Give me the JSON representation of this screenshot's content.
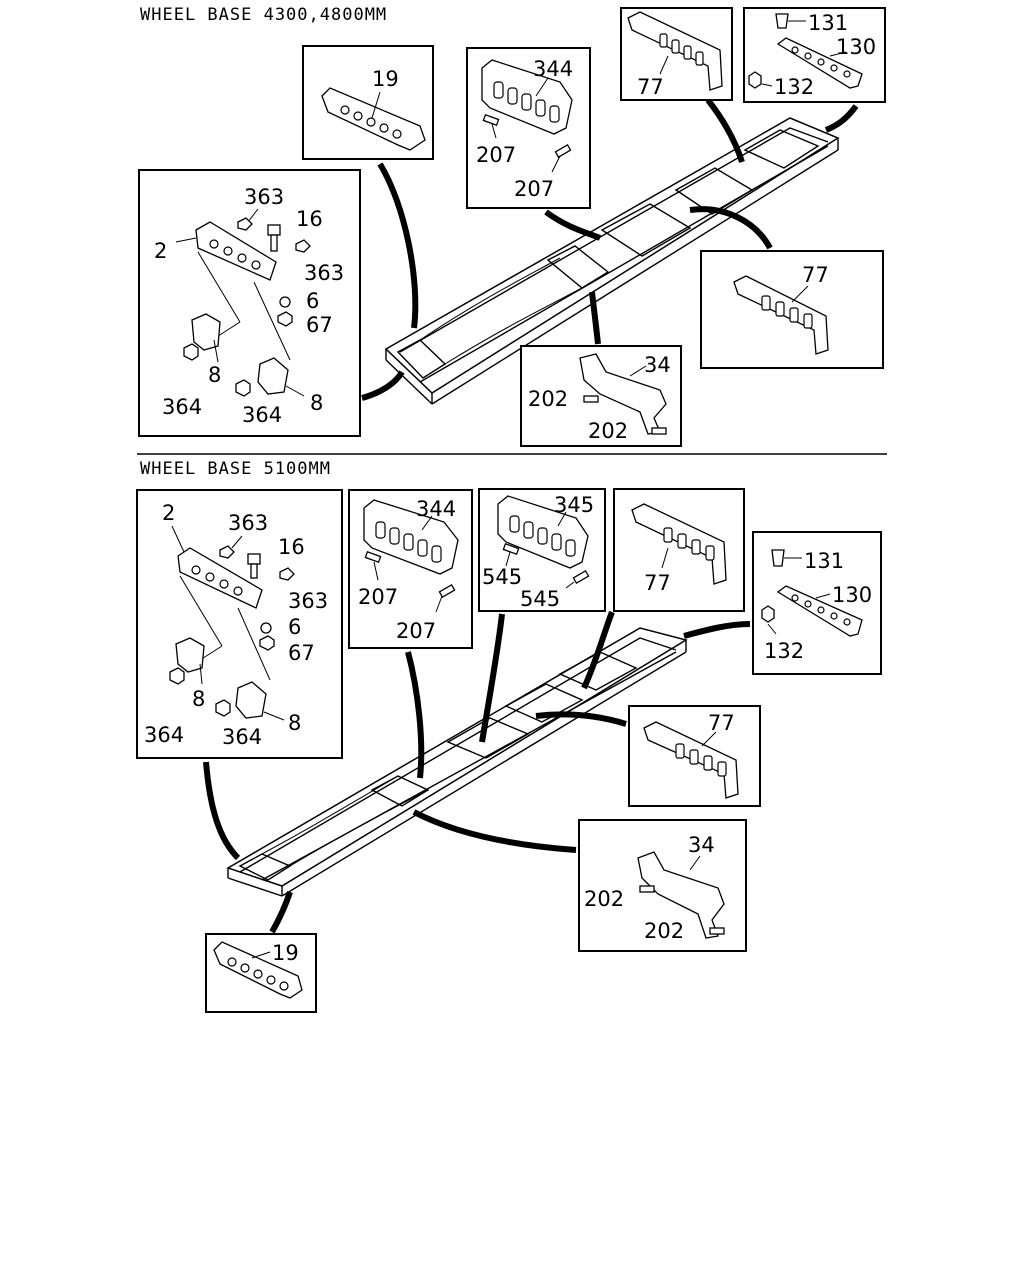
{
  "sections": [
    {
      "header": "WHEEL BASE 4300,4800MM",
      "boxes": {
        "b19": [
          "19"
        ],
        "b344": [
          "344",
          "207",
          "207"
        ],
        "b77a": [
          "77"
        ],
        "b130": [
          "131",
          "130",
          "132"
        ],
        "bmount": [
          "363",
          "16",
          "2",
          "363",
          "6",
          "67",
          "8",
          "364",
          "364",
          "8"
        ],
        "b77b": [
          "77"
        ],
        "b34": [
          "34",
          "202",
          "202"
        ]
      }
    },
    {
      "header": "WHEEL BASE 5100MM",
      "boxes": {
        "bmount": [
          "2",
          "363",
          "16",
          "363",
          "6",
          "67",
          "8",
          "364",
          "364",
          "8"
        ],
        "b344": [
          "344",
          "207",
          "207"
        ],
        "b345": [
          "345",
          "545",
          "545"
        ],
        "b77a": [
          "77"
        ],
        "b130": [
          "131",
          "130",
          "132"
        ],
        "b77b": [
          "77"
        ],
        "b34": [
          "34",
          "202",
          "202"
        ],
        "b19": [
          "19"
        ]
      }
    }
  ]
}
